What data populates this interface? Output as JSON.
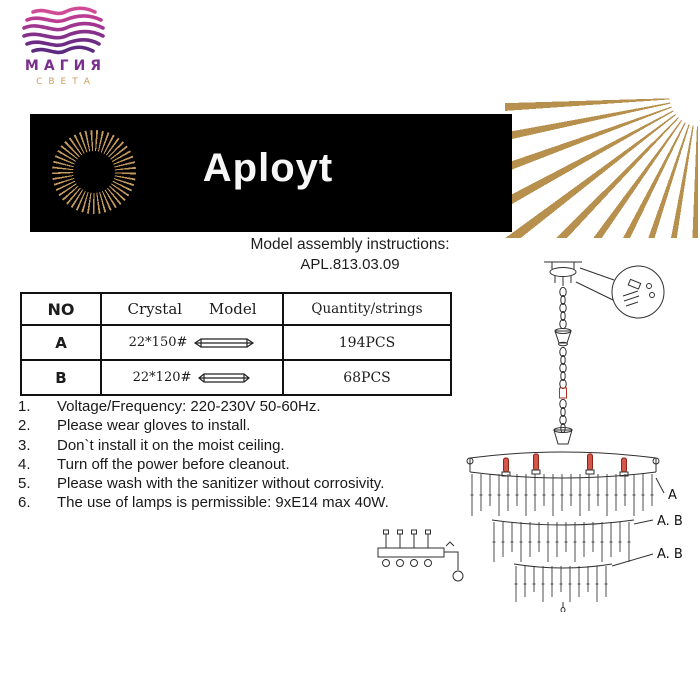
{
  "logo": {
    "title": "МАГИЯ",
    "subtitle": "СВЕТА"
  },
  "banner": {
    "brand": "Aployt"
  },
  "header": {
    "title": "Model assembly instructions:",
    "model": "APL.813.03.09"
  },
  "table": {
    "col_no": "NO",
    "col_model": "Crystal Model",
    "col_qty": "Quantity/strings",
    "rows": [
      {
        "no": "A",
        "model": "22*150#",
        "qty": "194PCS"
      },
      {
        "no": "B",
        "model": "22*120#",
        "qty": "68PCS"
      }
    ]
  },
  "notes": [
    {
      "num": "1.",
      "text": "Voltage/Frequency: 220-230V 50-60Hz."
    },
    {
      "num": "2.",
      "text": "Please wear gloves to install."
    },
    {
      "num": "3.",
      "text": "Don`t install it on the moist ceiling."
    },
    {
      "num": "4.",
      "text": "Turn off the power before cleanout."
    },
    {
      "num": "5.",
      "text": "Please wash with the sanitizer without corrosivity."
    },
    {
      "num": "6.",
      "text": "The use of lamps is permissible: 9xE14 max 40W."
    }
  ],
  "diagram": {
    "labels": [
      "A",
      "A. B",
      "A. B"
    ]
  },
  "colors": {
    "gold": "#b8904e",
    "purple": "#7b2f8c",
    "pink": "#cf4b96",
    "red": "#c0392b",
    "black": "#000000"
  }
}
